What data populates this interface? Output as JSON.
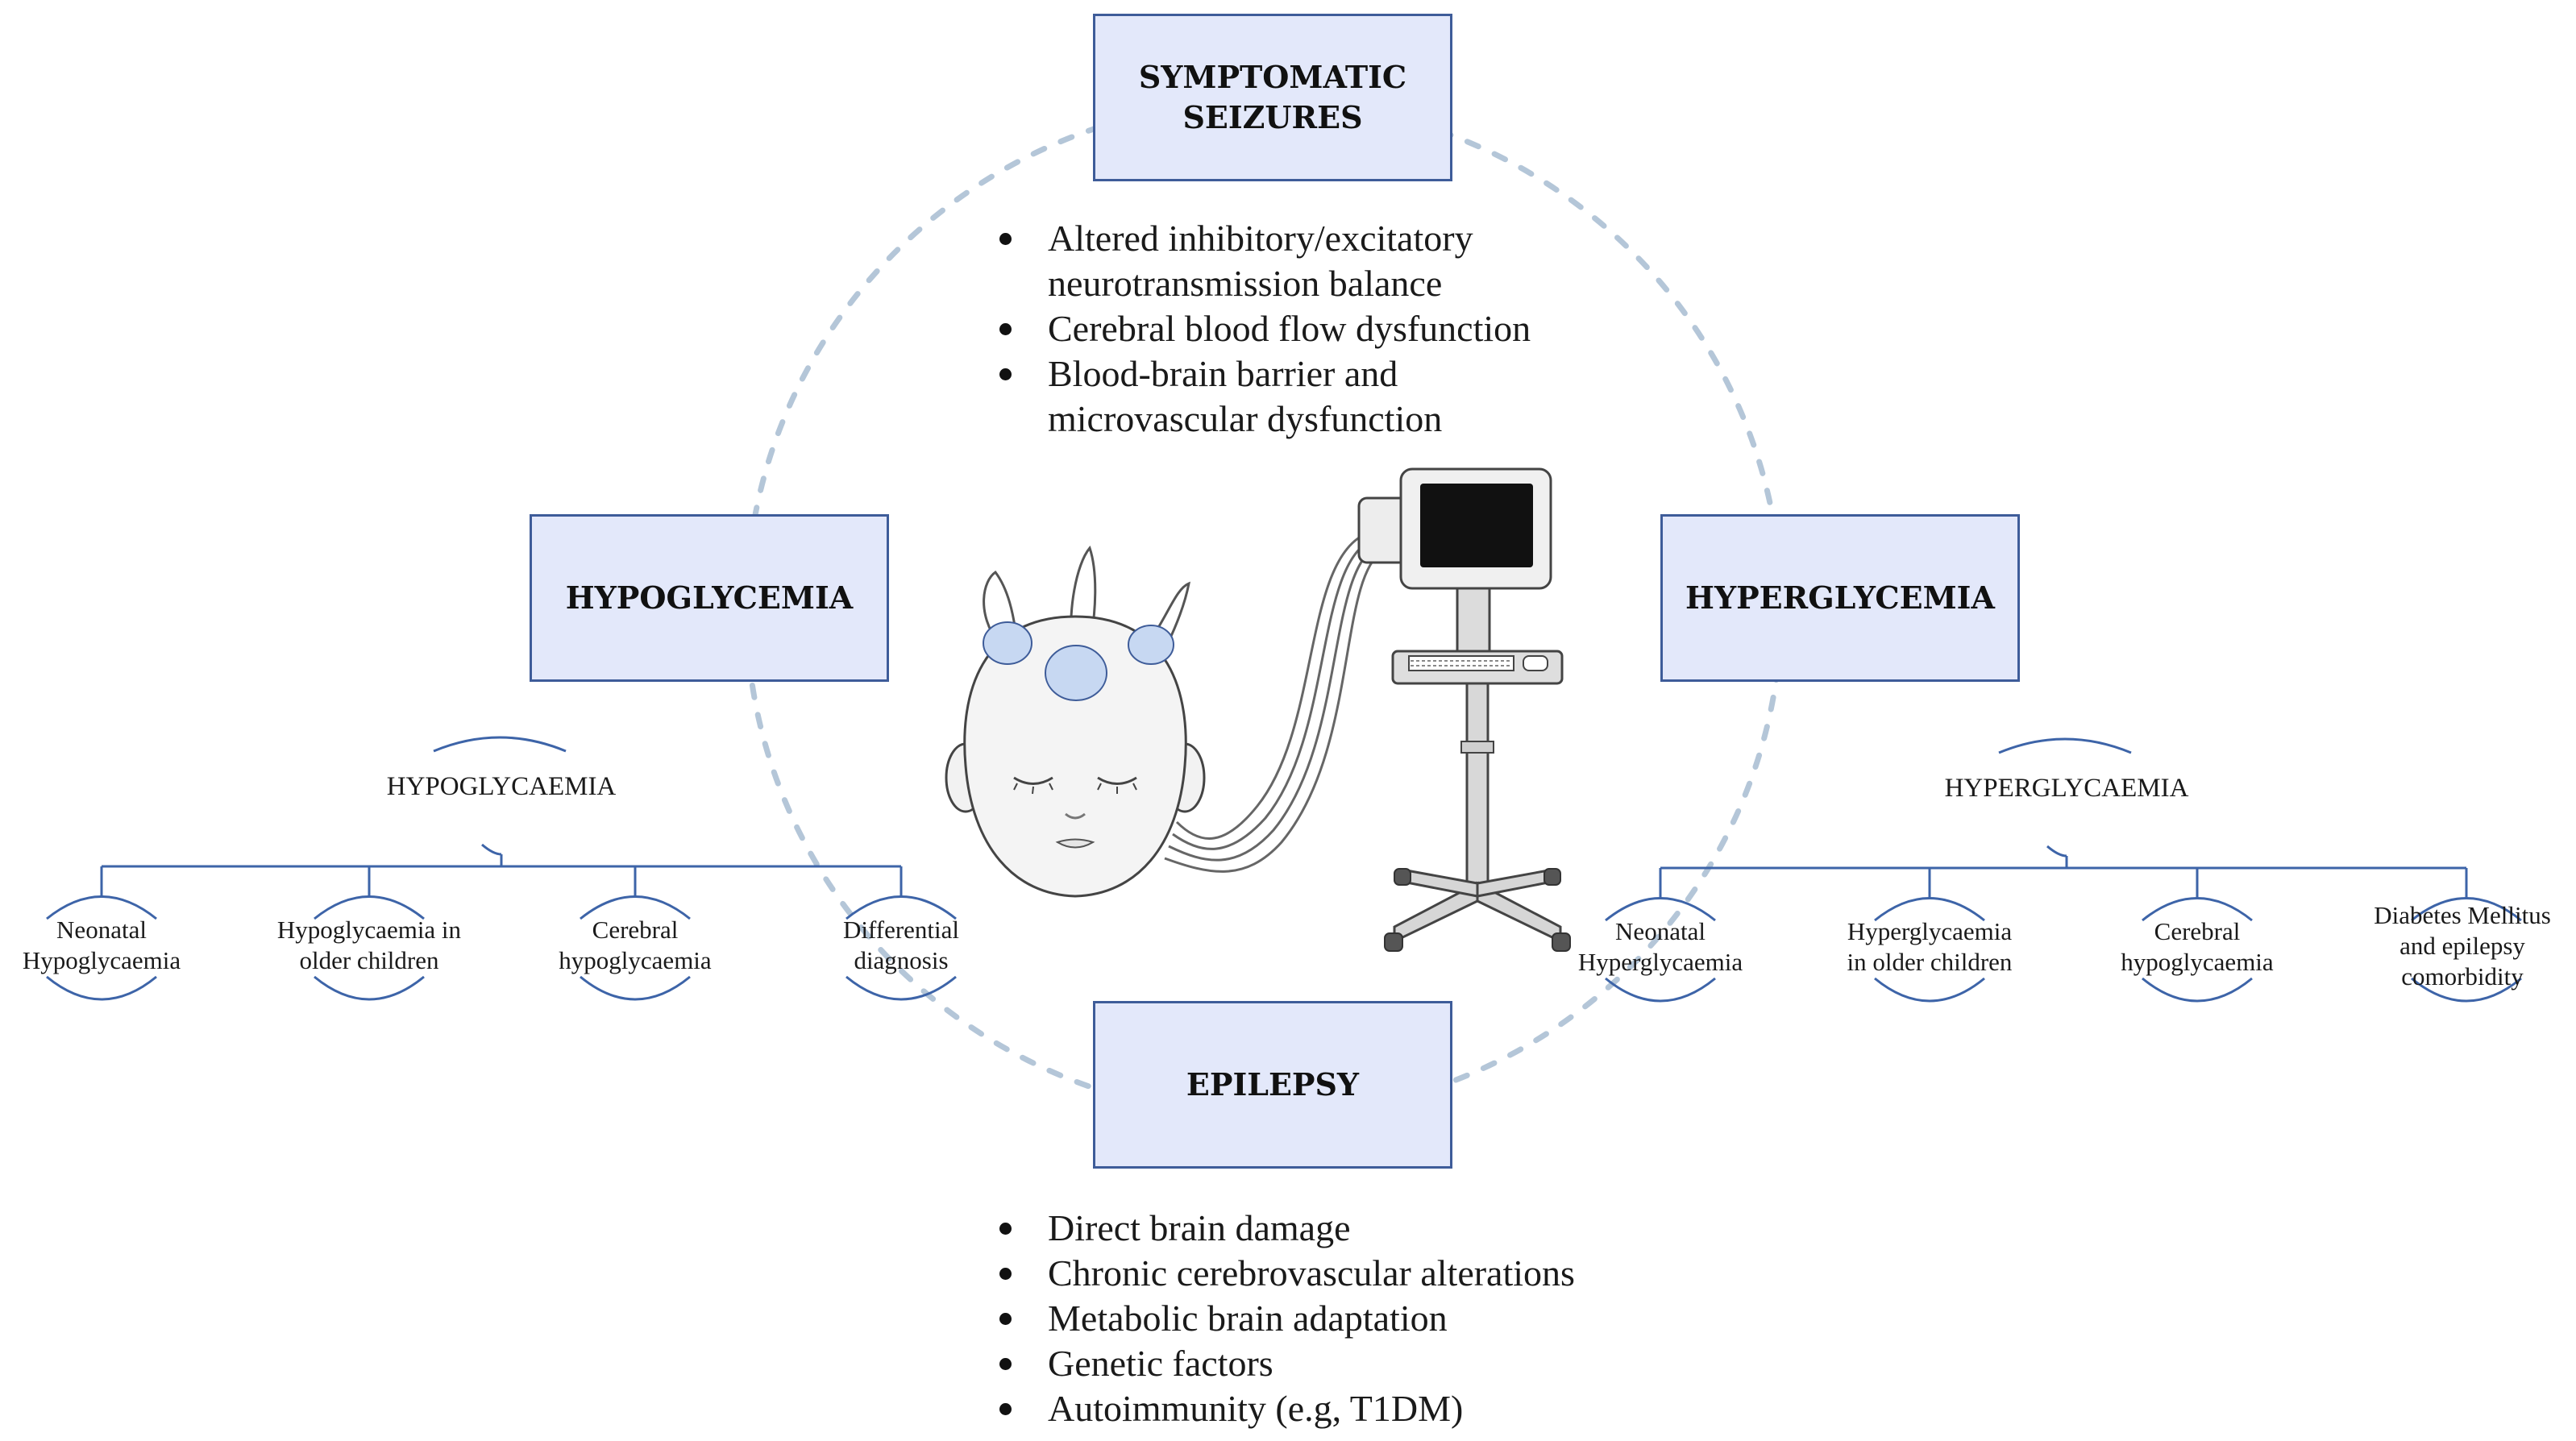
{
  "boxes": {
    "symptomatic": [
      "SYMPTOMATIC",
      "SEIZURES"
    ],
    "hypoglycemia": "HYPOGLYCEMIA",
    "hyperglycemia": "HYPERGLYCEMIA",
    "epilepsy": "EPILEPSY"
  },
  "seizure_mechanisms": [
    [
      "Altered inhibitory/excitatory",
      "neurotransmission balance"
    ],
    [
      "Cerebral blood flow dysfunction"
    ],
    [
      "Blood-brain barrier and",
      "microvascular dysfunction"
    ]
  ],
  "epilepsy_mechanisms": [
    "Direct brain damage",
    "Chronic cerebrovascular alterations",
    "Metabolic brain adaptation",
    "Genetic factors",
    "Autoimmunity (e.g, T1DM)"
  ],
  "hypo_tree": {
    "title": "HYPOGLYCAEMIA",
    "leaves": [
      [
        "Neonatal",
        "Hypoglycaemia"
      ],
      [
        "Hypoglycaemia in",
        "older children"
      ],
      [
        "Cerebral",
        "hypoglycaemia"
      ],
      [
        "Differential",
        "diagnosis"
      ]
    ]
  },
  "hyper_tree": {
    "title": "HYPERGLYCAEMIA",
    "leaves": [
      [
        "Neonatal",
        "Hyperglycaemia"
      ],
      [
        "Hyperglycaemia",
        "in older children"
      ],
      [
        "Cerebral",
        "hypoglycaemia"
      ],
      [
        "Diabetes Mellitus",
        "and epilepsy",
        "comorbidity"
      ]
    ]
  },
  "colors": {
    "box_fill": "#e3e8fa",
    "box_border": "#3e5c99",
    "tree_line": "#3d64a8",
    "dashed_circle": "#b4c6d8"
  }
}
